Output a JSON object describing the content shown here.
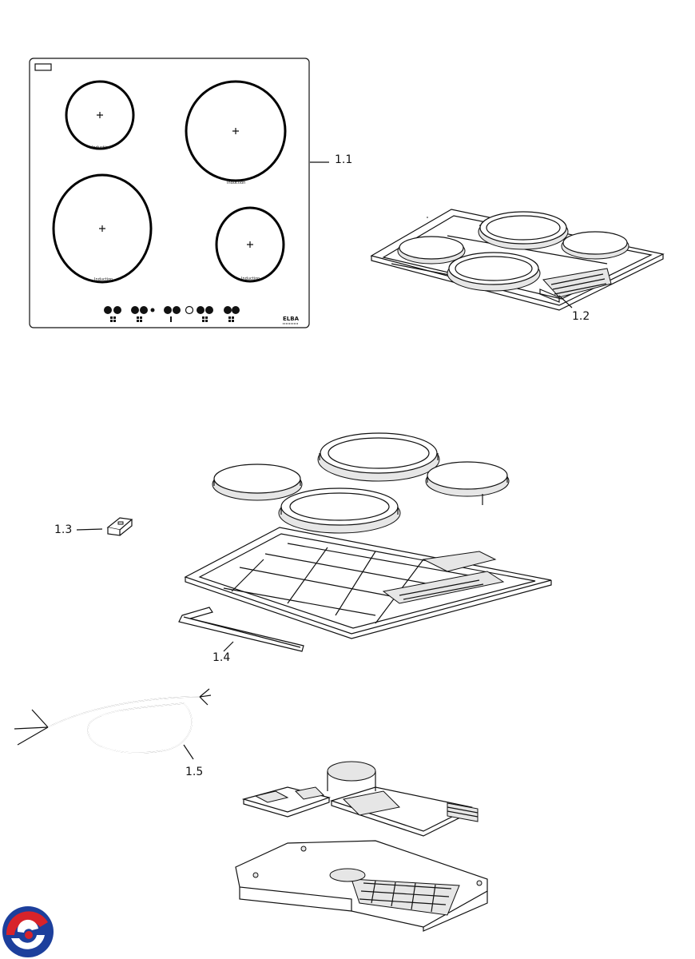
{
  "callouts": {
    "c11": "1.1",
    "c12": "1.2",
    "c13": "1.3",
    "c14": "1.4",
    "c15": "1.5"
  },
  "hob_top": {
    "zone_label": "Induction",
    "brand": "ELBA"
  },
  "colors": {
    "line": "#111111",
    "logo_red": "#d8232a",
    "logo_blue": "#1d3f9c"
  }
}
